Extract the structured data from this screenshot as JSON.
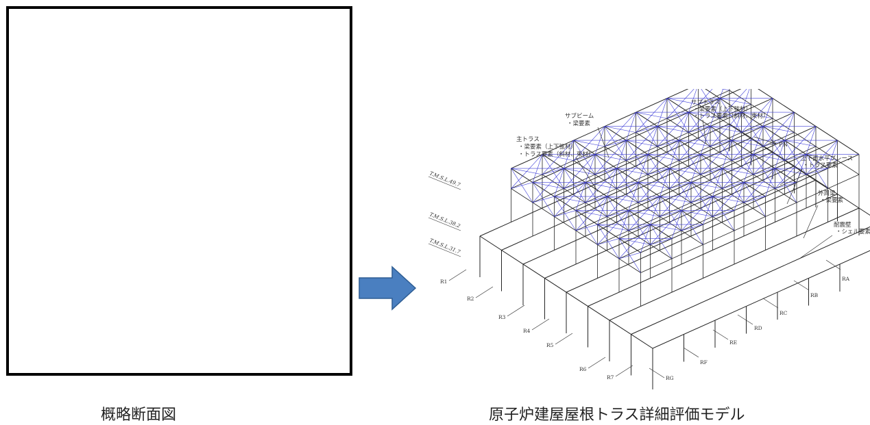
{
  "left_panel": {
    "caption": "概略断面図"
  },
  "arrow": {
    "color": "#4a7fc0",
    "icon": "right-arrow-icon"
  },
  "right_panel": {
    "caption": "原子炉建屋屋根トラス詳細評価モデル",
    "annotations": {
      "main_truss": [
        "主トラス",
        "・梁要素（上下弦材）",
        "・トラス要素（斜材、束材）"
      ],
      "sub_beam": [
        "サブビーム",
        "・梁要素"
      ],
      "sub_truss": [
        "サブトラス",
        "・梁要素（上下弦材）",
        "・トラス要素（斜材、束材）"
      ],
      "north": "PN",
      "horizontal_brace": [
        "上下面水平ブレース",
        "・トラス要素"
      ],
      "perimeter_beam": [
        "外周梁",
        "・梁要素"
      ],
      "seismic_wall": [
        "耐震壁",
        "・シェル要素"
      ]
    },
    "levels": [
      "T.M.S.L.49.7",
      "T.M.S.L.38.2",
      "T.M.S.L.31.7"
    ],
    "grid_numbers": [
      "R1",
      "R2",
      "R3",
      "R4",
      "R5",
      "R6",
      "R7"
    ],
    "grid_letters": [
      "RA",
      "RB",
      "RC",
      "RD",
      "RE",
      "RF",
      "RG"
    ],
    "colors": {
      "frame": "#222222",
      "truss": "#3b3bd6"
    }
  }
}
